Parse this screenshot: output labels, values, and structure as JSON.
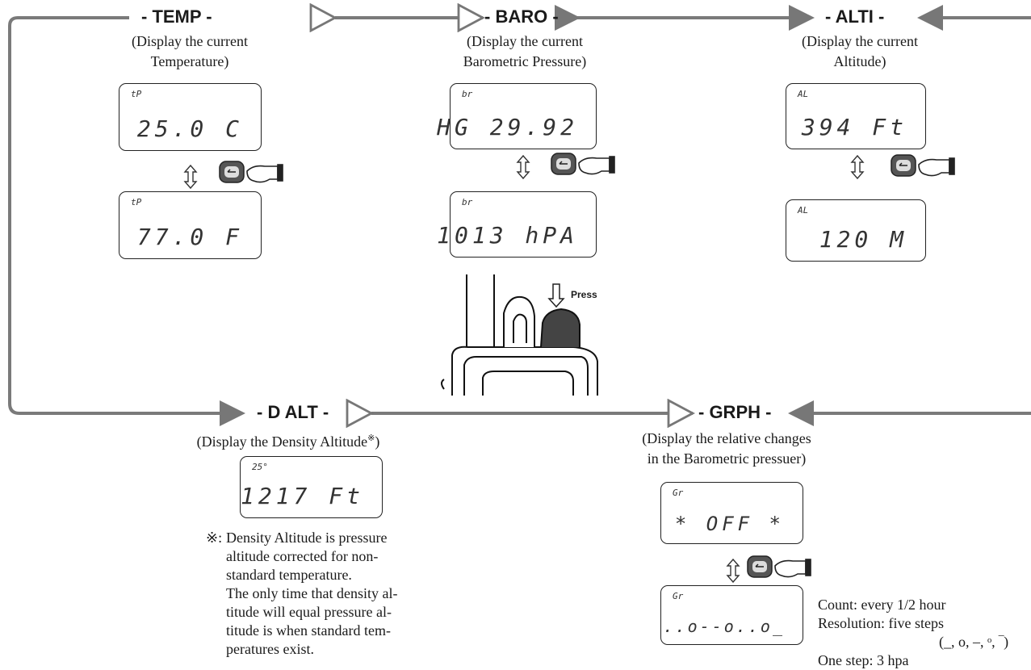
{
  "modes": {
    "temp": {
      "title": "- TEMP -",
      "desc": [
        "(Display the current",
        "Temperature)"
      ],
      "lcd_top": {
        "label": "tP",
        "value": "25.0 C"
      },
      "lcd_bottom": {
        "label": "tP",
        "value": "77.0 F"
      }
    },
    "baro": {
      "title": "- BARO -",
      "desc": [
        "(Display the current",
        "Barometric Pressure)"
      ],
      "lcd_top": {
        "label": "br",
        "value": "HG 29.92"
      },
      "lcd_bottom": {
        "label": "br",
        "value": "1013 hPA"
      }
    },
    "alti": {
      "title": "- ALTI -",
      "desc": [
        "(Display the current",
        "Altitude)"
      ],
      "lcd_top": {
        "label": "AL",
        "value": "394 Ft"
      },
      "lcd_bottom": {
        "label": "AL",
        "value": "120 M"
      }
    },
    "dalt": {
      "title": "- D  ALT -",
      "desc": "(Display the Density Altitude",
      "desc_mark": "※",
      "desc_end": ")",
      "lcd": {
        "label": "25°",
        "value": "1217 Ft"
      }
    },
    "grph": {
      "title": "- GRPH -",
      "desc": [
        "(Display the relative changes",
        "in the Barometric pressuer)"
      ],
      "lcd_top": {
        "label": "Gr",
        "value": "* OFF *"
      },
      "lcd_bottom": {
        "label": "Gr",
        "value": "..o--o..o_"
      }
    }
  },
  "press_label": "Press",
  "note": {
    "mark": "※:",
    "lines": [
      "Density Altitude is pressure",
      "altitude corrected for non-",
      "standard temperature.",
      "The only time that density al-",
      "titude will equal pressure al-",
      "titude is when standard tem-",
      "peratures exist."
    ]
  },
  "grph_info": {
    "count": "Count: every 1/2 hour",
    "resolution": "Resolution: five steps",
    "steps": "(_, o, –, ᵒ, ‾)",
    "one_step": "One step: 3 hpa"
  }
}
